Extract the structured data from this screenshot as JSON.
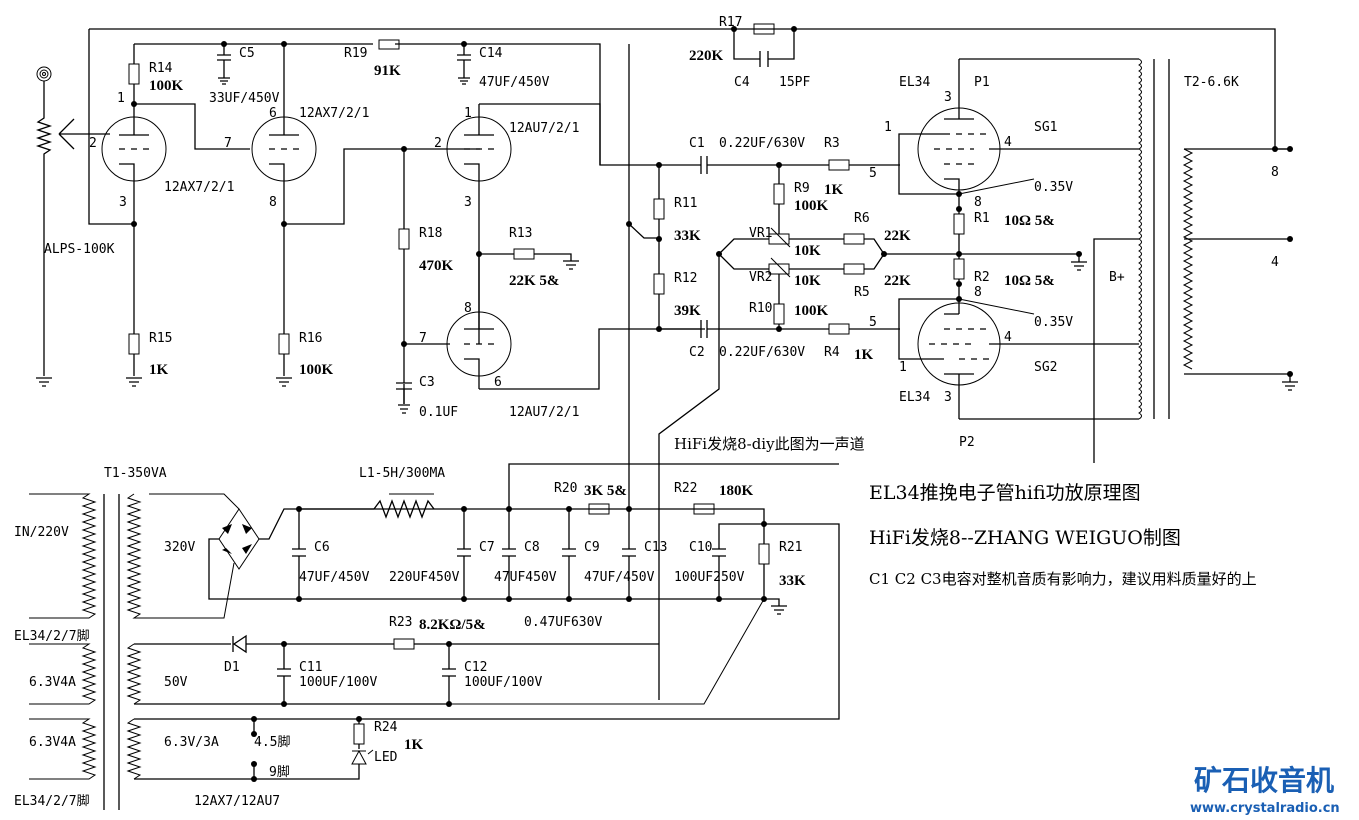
{
  "preamp": {
    "v1": {
      "type": "12AX7/2/1",
      "pin_plate": "1",
      "pin_grid": "2",
      "pin_cathode": "3"
    },
    "v2": {
      "type": "12AX7/2/1",
      "pin_plate": "6",
      "pin_grid": "7",
      "pin_cathode": "8"
    },
    "v3": {
      "type": "12AU7/2/1",
      "pin_plate": "1",
      "pin_grid": "2",
      "pin_cathode": "3"
    },
    "v4": {
      "type": "12AU7/2/1",
      "pin_plate": "8",
      "pin_grid": "7",
      "pin_cathode": "6"
    },
    "volume": {
      "label": "ALPS-100K"
    },
    "r14": {
      "name": "R14",
      "value": "100K"
    },
    "r15": {
      "name": "R15",
      "value": "1K"
    },
    "r16": {
      "name": "R16",
      "value": "100K"
    },
    "r19": {
      "name": "R19",
      "value": "91K"
    },
    "r18": {
      "name": "R18",
      "value": "470K"
    },
    "r13": {
      "name": "R13",
      "value": "22K 5&"
    },
    "c5": {
      "name": "C5",
      "value": "33UF/450V"
    },
    "c14": {
      "name": "C14",
      "value": "47UF/450V"
    },
    "c3": {
      "name": "C3",
      "value": "0.1UF"
    },
    "r17": {
      "name": "R17",
      "value": "220K"
    },
    "c4": {
      "name": "C4",
      "value": "15PF"
    }
  },
  "driver": {
    "r11": {
      "name": "R11",
      "value": "33K"
    },
    "r12": {
      "name": "R12",
      "value": "39K"
    },
    "c1": {
      "name": "C1",
      "value": "0.22UF/630V"
    },
    "c2": {
      "name": "C2",
      "value": "0.22UF/630V"
    },
    "r3": {
      "name": "R3",
      "value": "1K"
    },
    "r4": {
      "name": "R4",
      "value": "1K"
    },
    "r9": {
      "name": "R9",
      "value": "100K"
    },
    "r10": {
      "name": "R10",
      "value": "100K"
    },
    "vr1": {
      "name": "VR1",
      "value": "10K"
    },
    "vr2": {
      "name": "VR2",
      "value": "10K"
    },
    "r6": {
      "name": "R6",
      "value": "22K"
    },
    "r5": {
      "name": "R5",
      "value": "22K"
    },
    "pin5": "5"
  },
  "output": {
    "tube_type": "EL34",
    "p1": "P1",
    "p2": "P2",
    "sg1": "SG1",
    "sg2": "SG2",
    "pin1": "1",
    "pin3": "3",
    "pin4": "4",
    "pin8": "8",
    "bias1": "0.35V",
    "bias2": "0.35V",
    "r1": {
      "name": "R1",
      "value": "10Ω 5&"
    },
    "r2": {
      "name": "R2",
      "value": "10Ω 5&"
    },
    "bplus": "B+",
    "t2": "T2-6.6K",
    "tap8": "8",
    "tap4": "4"
  },
  "power": {
    "t1": "T1-350VA",
    "primary_in": "IN/220V",
    "prim_heater1": "6.3V4A",
    "prim_heater2": "6.3V4A",
    "el34_pin_label1": "EL34/2/7脚",
    "el34_pin_label2": "EL34/2/7脚",
    "hv": "320V",
    "bias_winding": "50V",
    "heater": "6.3V/3A",
    "l1": "L1-5H/300MA",
    "c6": {
      "name": "C6",
      "value": "47UF/450V"
    },
    "c7": {
      "name": "C7",
      "value": "220UF450V"
    },
    "c8": {
      "name": "C8",
      "value": "47UF450V"
    },
    "c9": {
      "name": "C9",
      "value": "0.47UF630V"
    },
    "c13": {
      "name": "C13",
      "value": "47UF/450V"
    },
    "c10": {
      "name": "C10",
      "value": "100UF250V"
    },
    "r20": {
      "name": "R20",
      "value": "3K 5&"
    },
    "r22": {
      "name": "R22",
      "value": "180K"
    },
    "r21": {
      "name": "R21",
      "value": "33K"
    },
    "d1": "D1",
    "r23": {
      "name": "R23",
      "value": "8.2KΩ/5&"
    },
    "c11": {
      "name": "C11",
      "value": "100UF/100V"
    },
    "c12": {
      "name": "C12",
      "value": "100UF/100V"
    },
    "r24": {
      "name": "R24",
      "value": "1K"
    },
    "led": "LED",
    "pin45": "4.5脚",
    "pin9": "9脚",
    "heater_tubes": "12AX7/12AU7"
  },
  "notes": {
    "channel": "HiFi发烧8-diy此图为一声道",
    "title": "EL34推挽电子管hifi功放原理图",
    "author": "HiFi发烧8--ZHANG WEIGUO制图",
    "advice": "C1 C2 C3电容对整机音质有影响力，建议用料质量好的上"
  },
  "watermark": {
    "name": "矿石收音机",
    "url": "www.crystalradio.cn",
    "color": "#1a5fb4"
  }
}
